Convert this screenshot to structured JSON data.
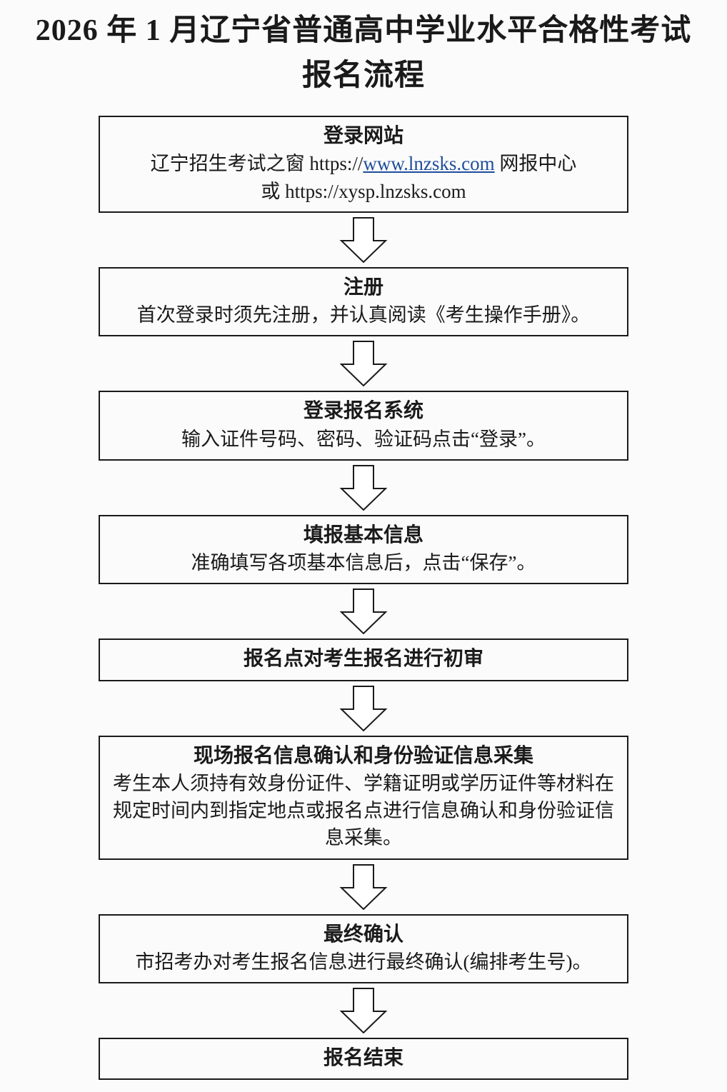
{
  "title": {
    "line1": "2026 年 1 月辽宁省普通高中学业水平合格性考试",
    "line2": "报名流程"
  },
  "colors": {
    "background": "#fbfbfb",
    "text": "#1a1a1a",
    "border": "#1a1a1a",
    "link": "#1f4e9c",
    "arrow_fill": "#ffffff"
  },
  "icons": {
    "down_arrow": "hollow-down-arrow"
  },
  "steps": [
    {
      "heading": "登录网站",
      "line1_pre": "辽宁招生考试之窗 https://",
      "link": "www.lnzsks.com",
      "line1_post": " 网报中心",
      "line2": "或 https://xysp.lnzsks.com"
    },
    {
      "heading": "注册",
      "body": "首次登录时须先注册，并认真阅读《考生操作手册》。"
    },
    {
      "heading": "登录报名系统",
      "body": "输入证件号码、密码、验证码点击“登录”。"
    },
    {
      "heading": "填报基本信息",
      "body": "准确填写各项基本信息后，点击“保存”。"
    },
    {
      "heading": "报名点对考生报名进行初审"
    },
    {
      "heading": "现场报名信息确认和身份验证信息采集",
      "body": "考生本人须持有效身份证件、学籍证明或学历证件等材料在规定时间内到指定地点或报名点进行信息确认和身份验证信息采集。"
    },
    {
      "heading": "最终确认",
      "body": "市招考办对考生报名信息进行最终确认(编排考生号)。"
    },
    {
      "heading": "报名结束"
    }
  ]
}
